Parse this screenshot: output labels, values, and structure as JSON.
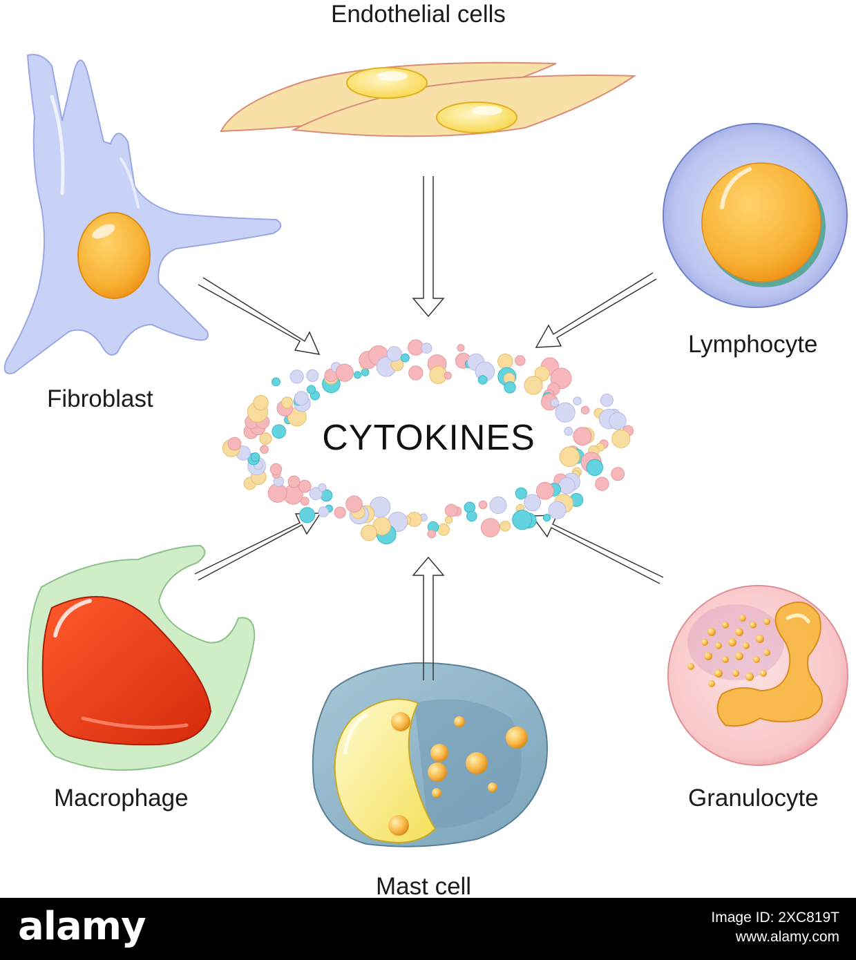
{
  "labels": {
    "endothelial": "Endothelial cells",
    "fibroblast": "Fibroblast",
    "lymphocyte": "Lymphocyte",
    "macrophage": "Macrophage",
    "mast_cell": "Mast cell",
    "granulocyte": "Granulocyte",
    "center": "CYTOKINES"
  },
  "footer": {
    "logo": "alamy",
    "image_id": "Image ID: 2XC819T",
    "site": "www.alamy.com"
  },
  "colors": {
    "cytokine_pink": "#f6b7ba",
    "cytokine_cyan": "#63d3df",
    "cytokine_lavender": "#d5d8f3",
    "cytokine_yellow": "#f8dc9d",
    "fibroblast": "#c6d0f5",
    "endothelial": "#f9dfa4",
    "lymphocyte": "#a9b4e6",
    "macrophage": "#cdebc6",
    "mast_cell": "#8fb5c9",
    "granulocyte": "#f8c2c3",
    "nucleus_orange": "#f9b232",
    "nucleus_red": "#e83212"
  }
}
